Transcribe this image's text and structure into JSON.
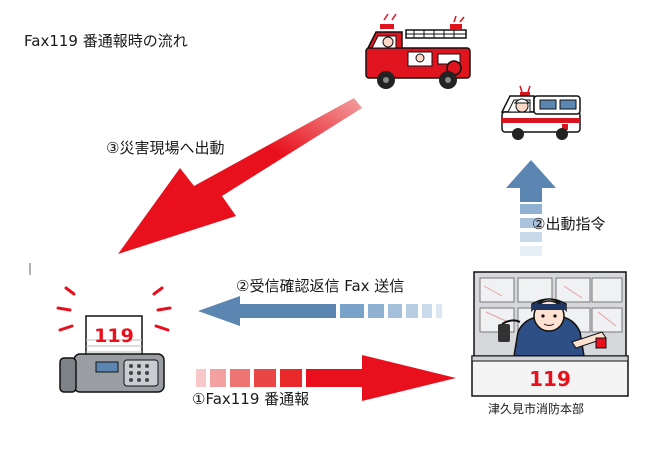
{
  "title": "Fax119 番通報時の流れ",
  "steps": {
    "step3_dispatch_to_site": "③災害現場へ出動",
    "step2_dispatch_order": "②出動指令",
    "step2_reply_fax": "②受信確認返信 Fax 送信",
    "step1_report": "①Fax119 番通報"
  },
  "fax_sheet_number": "119",
  "hq_sign_number": "119",
  "hq_label": "津久見市消防本部",
  "colors": {
    "red": "#e8101c",
    "blue": "#5b86b2",
    "fire_truck": "#e0141e",
    "ambulance_stripe": "#d8141e"
  },
  "icons": {
    "fire_truck": "fire-truck-icon",
    "ambulance": "ambulance-icon",
    "fax_machine": "fax-machine-icon",
    "dispatch_center": "dispatch-operator-icon"
  }
}
